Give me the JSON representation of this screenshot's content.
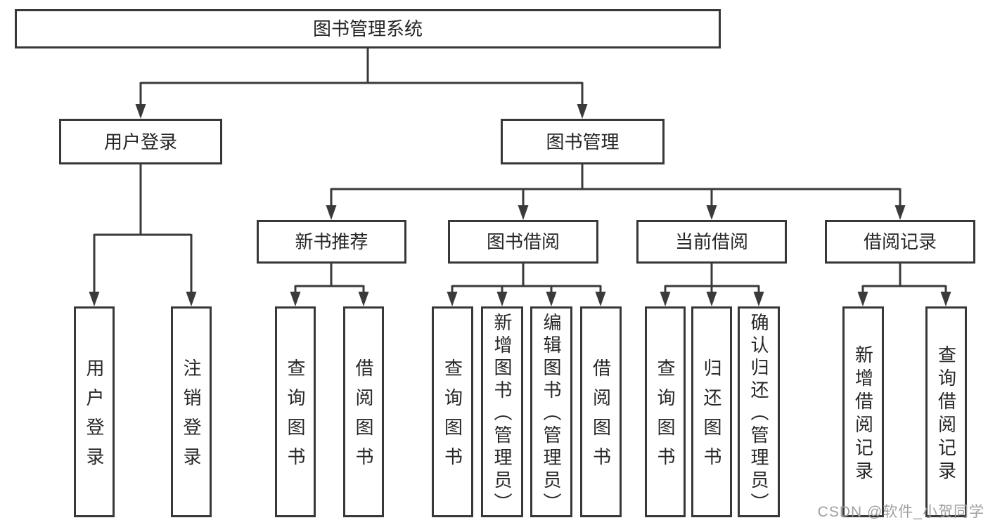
{
  "diagram_type": "hierarchy",
  "colors": {
    "background": "#ffffff",
    "line": "#3a3a3a",
    "box_border": "#383838",
    "text": "#262626",
    "watermark_text": "#a39e9e"
  },
  "tree": {
    "label": "图书管理系统",
    "children": [
      {
        "label": "用户登录",
        "children": [
          {
            "label": "用户登录"
          },
          {
            "label": "注销登录"
          }
        ]
      },
      {
        "label": "图书管理",
        "children": [
          {
            "label": "新书推荐",
            "children": [
              {
                "label": "查询图书"
              },
              {
                "label": "借阅图书"
              }
            ]
          },
          {
            "label": "图书借阅",
            "children": [
              {
                "label": "查询图书"
              },
              {
                "label": "新增图书（管理员）"
              },
              {
                "label": "编辑图书（管理员）"
              },
              {
                "label": "借阅图书"
              }
            ]
          },
          {
            "label": "当前借阅",
            "children": [
              {
                "label": "查询图书"
              },
              {
                "label": "归还图书"
              },
              {
                "label": "确认归还（管理员）"
              }
            ]
          },
          {
            "label": "借阅记录",
            "children": [
              {
                "label": "新增借阅记录"
              },
              {
                "label": "查询借阅记录"
              }
            ]
          }
        ]
      }
    ]
  },
  "watermark": {
    "text": "CSDN @软件_小贺同学"
  }
}
